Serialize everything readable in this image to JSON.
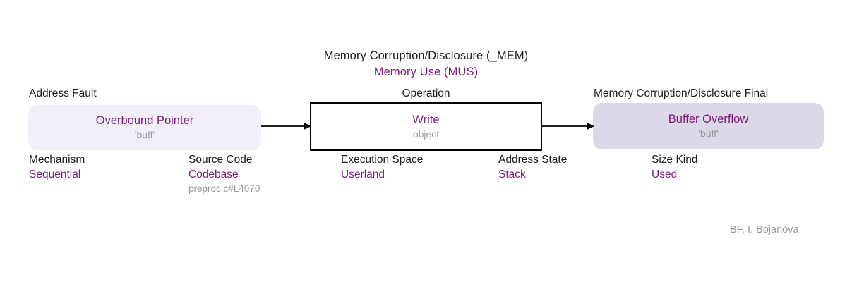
{
  "diagram": {
    "title": {
      "main": "Memory Corruption/Disclosure (_MEM)",
      "sub": "Memory Use (MUS)"
    },
    "credit": "BF, I. Bojanova",
    "colors": {
      "accent_purple": "#7d1b7d",
      "text_dark": "#1b1b1b",
      "text_muted": "#9a9a9a",
      "node_left_fill": "#f2eff8",
      "node_right_fill": "#dcd8e8",
      "node_center_border": "#000000",
      "background": "#ffffff"
    },
    "nodes": [
      {
        "header": "Address Fault",
        "title": "Overbound Pointer",
        "sub": "'buff'",
        "shape": "rounded-rect"
      },
      {
        "header": "Operation",
        "title": "Write",
        "sub": "object",
        "shape": "rect"
      },
      {
        "header": "Memory Corruption/Disclosure Final",
        "title": "Buffer Overflow",
        "sub": "'buff'",
        "shape": "rounded-rect"
      }
    ],
    "arrows": [
      {
        "name": "arrow-address-fault-to-operation",
        "direction": "right"
      },
      {
        "name": "arrow-operation-to-mem-final",
        "direction": "right"
      }
    ],
    "attributes": [
      {
        "name": "Mechanism",
        "value": "Sequential",
        "extra": ""
      },
      {
        "name": "Source Code",
        "value": "Codebase",
        "extra": "preproc.c#L4070"
      },
      {
        "name": "Execution Space",
        "value": "Userland",
        "extra": ""
      },
      {
        "name": "Address State",
        "value": "Stack",
        "extra": ""
      },
      {
        "name": "Size Kind",
        "value": "Used",
        "extra": ""
      }
    ]
  }
}
